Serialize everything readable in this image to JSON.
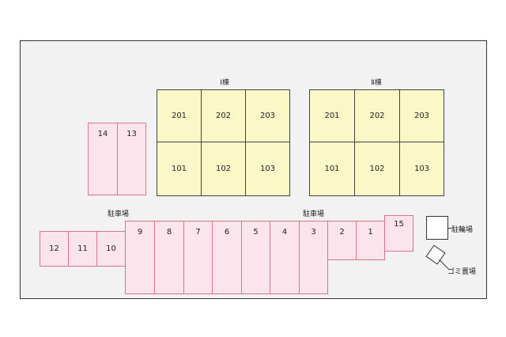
{
  "buildings": [
    {
      "label": "Ⅰ棟",
      "rooms_upper": [
        "201",
        "202",
        "203"
      ],
      "rooms_lower": [
        "101",
        "102",
        "103"
      ]
    },
    {
      "label": "Ⅱ棟",
      "rooms_upper": [
        "201",
        "202",
        "203"
      ],
      "rooms_lower": [
        "101",
        "102",
        "103"
      ]
    }
  ],
  "parking": {
    "upper_left_lot": [
      "14",
      "13"
    ],
    "main_label_left": "駐車場",
    "main_label_right": "駐車場",
    "short_row": [
      "12",
      "11",
      "10"
    ],
    "long_row": [
      "9",
      "8",
      "7",
      "6",
      "5",
      "4",
      "3"
    ],
    "right_row": [
      "2",
      "1"
    ],
    "corner_space": "15"
  },
  "legend": {
    "bike_parking": "駐輪場",
    "garbage_area": "ゴミ置場"
  },
  "colors": {
    "room_fill": "#fbf8c8",
    "parking_fill": "#fbe4ec",
    "parking_border": "#e07090",
    "site_fill": "#f2f2f2"
  }
}
